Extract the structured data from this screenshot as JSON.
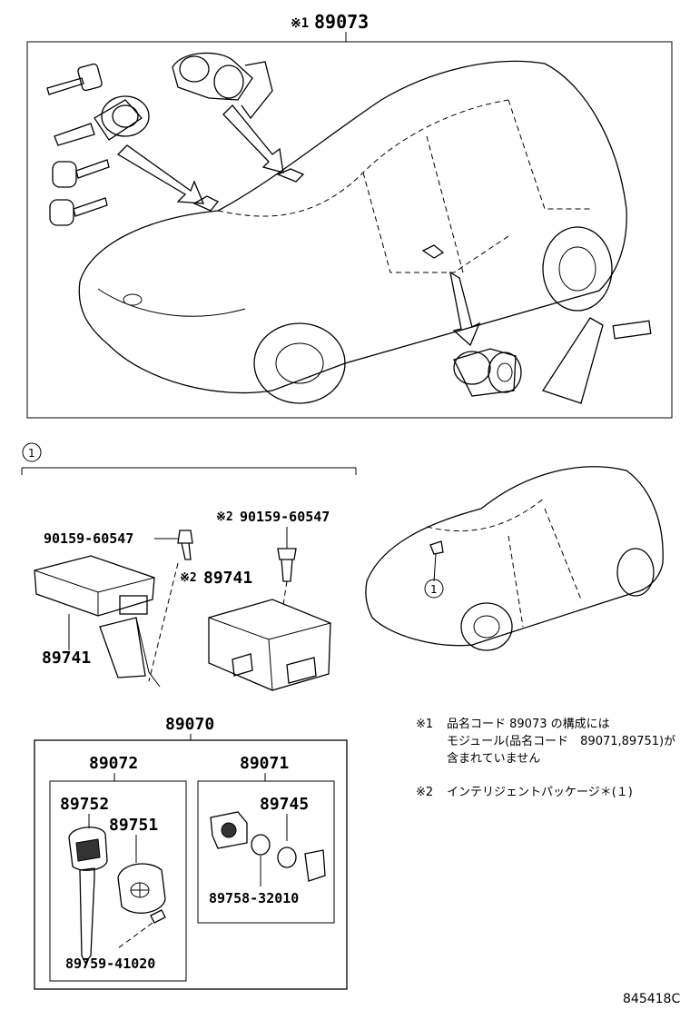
{
  "top": {
    "mark": "※1",
    "part": "89073"
  },
  "section1": {
    "circle": "1",
    "bolt_left": "90159-60547",
    "bolt_right_mark": "※2",
    "bolt_right": "90159-60547",
    "ecu_right_mark": "※2",
    "ecu_right": "89741",
    "ecu_left": "89741",
    "car_circle": "1"
  },
  "kit": {
    "main": "89070",
    "left_group": "89072",
    "right_group": "89071",
    "key": "89752",
    "transmitter": "89751",
    "screw": "89759-41020",
    "case": "89745",
    "battery": "89758-32010"
  },
  "notes": {
    "n1_mark": "※1",
    "n1_line1": "品名コード 89073 の構成には",
    "n1_line2": "モジュール(品名コード　89071,89751)が",
    "n1_line3": "含まれていません",
    "n2_mark": "※2",
    "n2_line1": "インテリジェントパッケージ＊(１)"
  },
  "footer": {
    "code": "845418C"
  }
}
